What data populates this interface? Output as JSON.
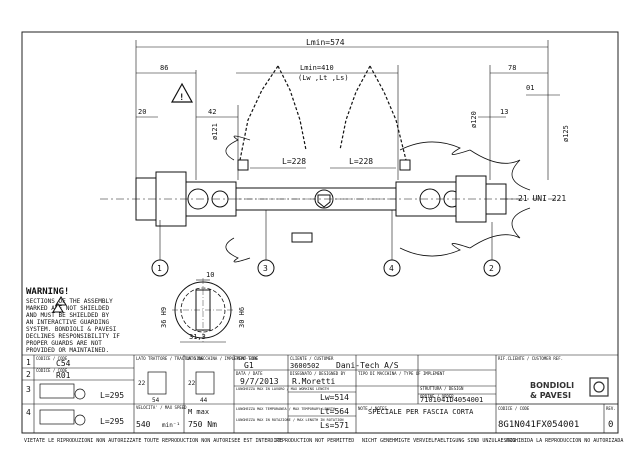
{
  "dims": {
    "lmin_574": "Lmin=574",
    "lmin_410": "Lmin=410",
    "lw_lt_ls": "(Lw ,Lt ,Ls)",
    "d86": "86",
    "d78": "78",
    "d20": "20",
    "d42": "42",
    "d13": "13",
    "d01": "01",
    "d121": "ø121",
    "d120": "ø120",
    "d125": "ø125",
    "l228_left": "L=228",
    "l228_right": "L=228",
    "spline": "21 UNI 221",
    "h10": "10",
    "d36h9": "36 H9",
    "d30h6": "30 H6",
    "d31_3": "31,3"
  },
  "callouts": [
    "1",
    "3",
    "4",
    "2"
  ],
  "warning": {
    "title": "WARNING!",
    "lines": [
      "SECTIONS     OF THE ASSEMBLY",
      "MARKED      ARE NOT SHIELDED",
      "AND MUST BE SHIELDED BY",
      "AN INTERACTIVE GUARDING",
      "SYSTEM. BONDIOLI & PAVESI",
      "DECLINES RESPONSIBILITY IF",
      "PROPER GUARDS ARE NOT",
      "PROVIDED OR MAINTAINED."
    ]
  },
  "parts": [
    {
      "num": "1",
      "code_label": "CODICE / CODE",
      "code": "C54"
    },
    {
      "num": "2",
      "code_label": "CODICE / CODE",
      "code": "R01"
    },
    {
      "num": "3",
      "value": "L=295"
    },
    {
      "num": "4",
      "value": "L=295"
    }
  ],
  "spec": {
    "lato_trattore": "LATO TRATTORE / TRACTOR SIDE",
    "lato_macchina": "LATO MACCHINA / IMPLEMENT SIDE",
    "d22": "22",
    "d54": "54",
    "d44": "44",
    "velocita_label": "VELOCITA' / MAX SPEED",
    "velocita_value": "540",
    "velocita_unit": "min⁻¹",
    "m_max_label": "M max",
    "m_max_value": "750 Nm"
  },
  "title_block": {
    "tipo_label": "TIPO-TYPE",
    "tipo": "G1",
    "cliente_label": "CLIENTE / CUSTOMER",
    "cliente_code": "3600502",
    "cliente_name": "Dani-Tech A/S",
    "rif_label": "RIF.CLIENTE / CUSTOMER REF.",
    "data_label": "DATA / DATE",
    "data": "9/7/2013",
    "disegnato_label": "DISEGNATO / DESIGNED BY",
    "disegnato": "R.Moretti",
    "tipo_app_label": "TIPO DI MACCHINA / TYPE OF IMPLEMENT",
    "lw_label": "LUNGHEZZA MAX IN LAVORO / MAX WORKING LENGTH",
    "lw": "Lw=514",
    "lt_label": "LUNGHEZZA MAX TEMPORANEA / MAX TEMPORARY LENGTH",
    "lt": "Lt=564",
    "ls_label": "LUNGHEZZA MAX IN ROTAZIONE / MAX LENGTH IN ROTATION",
    "ls": "Ls=571",
    "struttura_label": "STRUTTURA / DESIGN",
    "struttura": "7101041D4054001",
    "ordine_label": "ORDINE / ORDER",
    "note_label": "NOTE / NOTES",
    "note": "SPECIALE PER FASCIA CORTA",
    "codice_label": "CODICE / CODE",
    "codice": "8G1N041FX054001",
    "rev_label": "REV.",
    "rev": "0",
    "brand_line1": "BONDIOLI",
    "brand_line2": "& PAVESI"
  },
  "footer": [
    "VIETATE LE RIPRODUZIONI NON AUTORIZZATE",
    "TOUTE REPRODUCTION NON AUTORISEE EST INTERDITE",
    "REPRODUCTION NOT PERMITTED",
    "NICHT GENEHMIGTE VERVIELFAELTIGUNG SIND UNZULAESSIG",
    "PROHIBIDA LA REPRODUCCION NO AUTORIZADA"
  ]
}
